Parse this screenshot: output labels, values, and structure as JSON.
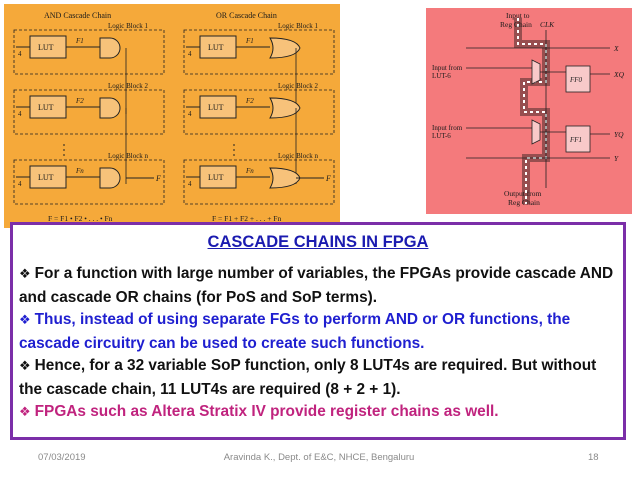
{
  "left_figure": {
    "and_chain_title": "AND Cascade Chain",
    "or_chain_title": "OR Cascade Chain",
    "lut_label": "LUT",
    "input_count": "4",
    "block_labels": [
      "Logic Block 1",
      "Logic Block 2",
      "Logic Block n"
    ],
    "outputs": [
      "F1",
      "F2",
      "Fn"
    ],
    "final_output": "F",
    "and_equation": "F = F1 • F2 • . . . • Fn",
    "or_equation": "F = F1 + F2 + . . . + Fn"
  },
  "right_figure": {
    "top_label_line1": "Input to",
    "top_label_line2": "Reg Chain",
    "clk_label": "CLK",
    "input1_line1": "Input from",
    "input1_line2": "LUT-6",
    "input2_line1": "Input from",
    "input2_line2": "LUT-6",
    "ff0_label": "FF0",
    "ff1_label": "FF1",
    "out_labels": [
      "X",
      "XQ",
      "Y",
      "YQ"
    ],
    "bottom_label_line1": "Output from",
    "bottom_label_line2": "Reg Chain"
  },
  "slide": {
    "title": "CASCADE CHAINS IN FPGA",
    "bullets": [
      "For a function with large number of variables, the FPGAs provide cascade AND and cascade OR chains (for PoS and SoP terms).",
      "Thus, instead of using separate FGs to perform AND or OR functions, the cascade circuitry can be used to create such functions.",
      "Hence, for a 32 variable SoP function, only 8 LUT4s are required. But without the cascade chain, 11 LUT4s are required (8 + 2 + 1).",
      "FPGAs such as Altera Stratix IV provide register chains as well."
    ],
    "bullet_marker": "❖"
  },
  "footer": {
    "date": "07/03/2019",
    "author": "Aravinda K., Dept. of E&C, NHCE, Bengaluru",
    "page": "18"
  },
  "colors": {
    "left_bg": "#f5a93a",
    "right_bg": "#f47a7c",
    "frame": "#7b2fa8",
    "title": "#1b1bb0",
    "bullet_blue": "#1f1fd0",
    "bullet_magenta": "#c0237e"
  }
}
